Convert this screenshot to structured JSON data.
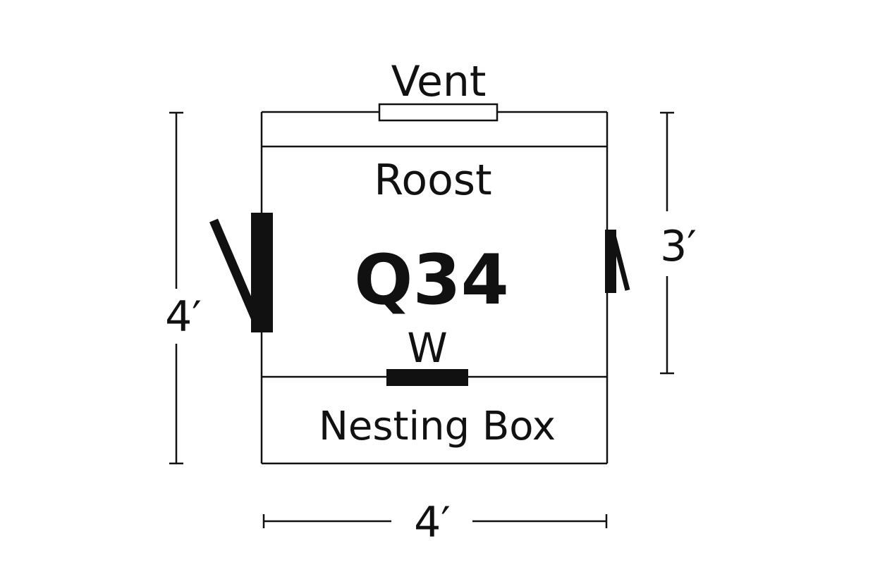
{
  "diagram": {
    "labels": {
      "vent": "Vent",
      "roost": "Roost",
      "id": "Q34",
      "window": "W",
      "nesting_box": "Nesting Box"
    },
    "dimensions": {
      "left_height": "4′",
      "right_height": "3′",
      "bottom_width": "4′"
    },
    "colors": {
      "line": "#111111",
      "background": "#ffffff"
    }
  }
}
